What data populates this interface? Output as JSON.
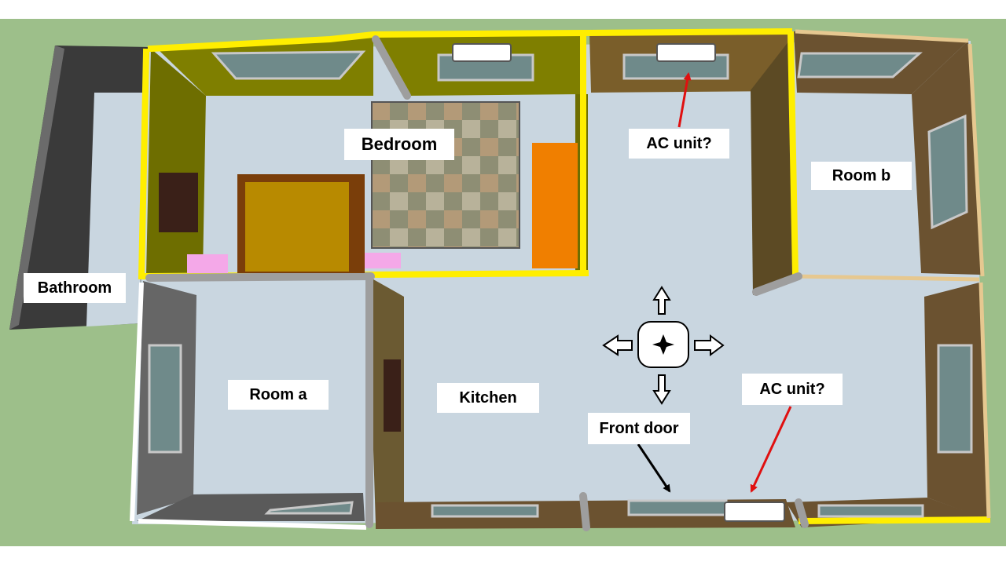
{
  "labels": {
    "bedroom": "Bedroom",
    "ac_unit_top": "AC unit?",
    "room_b": "Room b",
    "bathroom": "Bathroom",
    "room_a": "Room a",
    "kitchen": "Kitchen",
    "front_door": "Front door",
    "ac_unit_bottom": "AC unit?"
  },
  "icons": {
    "compass": "compass-icon",
    "arrow_up": "arrow-up-icon",
    "arrow_down": "arrow-down-icon",
    "arrow_left": "arrow-left-icon",
    "arrow_right": "arrow-right-icon"
  },
  "colors": {
    "grass": "#9dbf8a",
    "floor": "#c9d6e0",
    "wall_yellow": "#ffee00",
    "bedroom_wall": "#7f7f00",
    "brown_wall": "#7a5e2a",
    "grey_wall": "#666666",
    "pointer_red": "#e01010",
    "pointer_black": "#000000"
  }
}
